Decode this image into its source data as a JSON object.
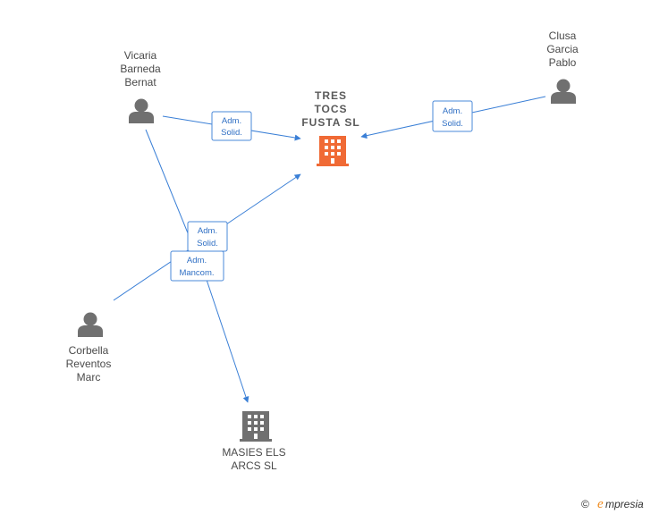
{
  "colors": {
    "edge": "#3a7fd6",
    "person": "#707070",
    "company_main": "#f06a35",
    "company": "#707070",
    "brand_accent": "#f08a1c"
  },
  "nodes": {
    "main_company": {
      "lines": [
        "TRES",
        "TOCS",
        "FUSTA  SL"
      ],
      "icon": "building-icon"
    },
    "vicaria": {
      "lines": [
        "Vicaria",
        "Barneda",
        "Bernat"
      ],
      "icon": "person-icon"
    },
    "clusa": {
      "lines": [
        "Clusa",
        "Garcia",
        "Pablo"
      ],
      "icon": "person-icon"
    },
    "corbella": {
      "lines": [
        "Corbella",
        "Reventos",
        "Marc"
      ],
      "icon": "person-icon"
    },
    "masies": {
      "lines": [
        "MASIES ELS",
        "ARCS SL"
      ],
      "icon": "building-icon"
    }
  },
  "edges": [
    {
      "from": "vicaria",
      "to": "main_company",
      "lines": [
        "Adm.",
        "Solid."
      ]
    },
    {
      "from": "clusa",
      "to": "main_company",
      "lines": [
        "Adm.",
        "Solid."
      ]
    },
    {
      "from": "corbella",
      "to": "main_company",
      "lines": [
        "Adm.",
        "Solid."
      ]
    },
    {
      "from": "vicaria",
      "to": "masies",
      "lines": [
        "Adm.",
        "Mancom."
      ]
    }
  ],
  "footer": {
    "copyright": "©",
    "brand_initial": "e",
    "brand_rest": "mpresia"
  }
}
